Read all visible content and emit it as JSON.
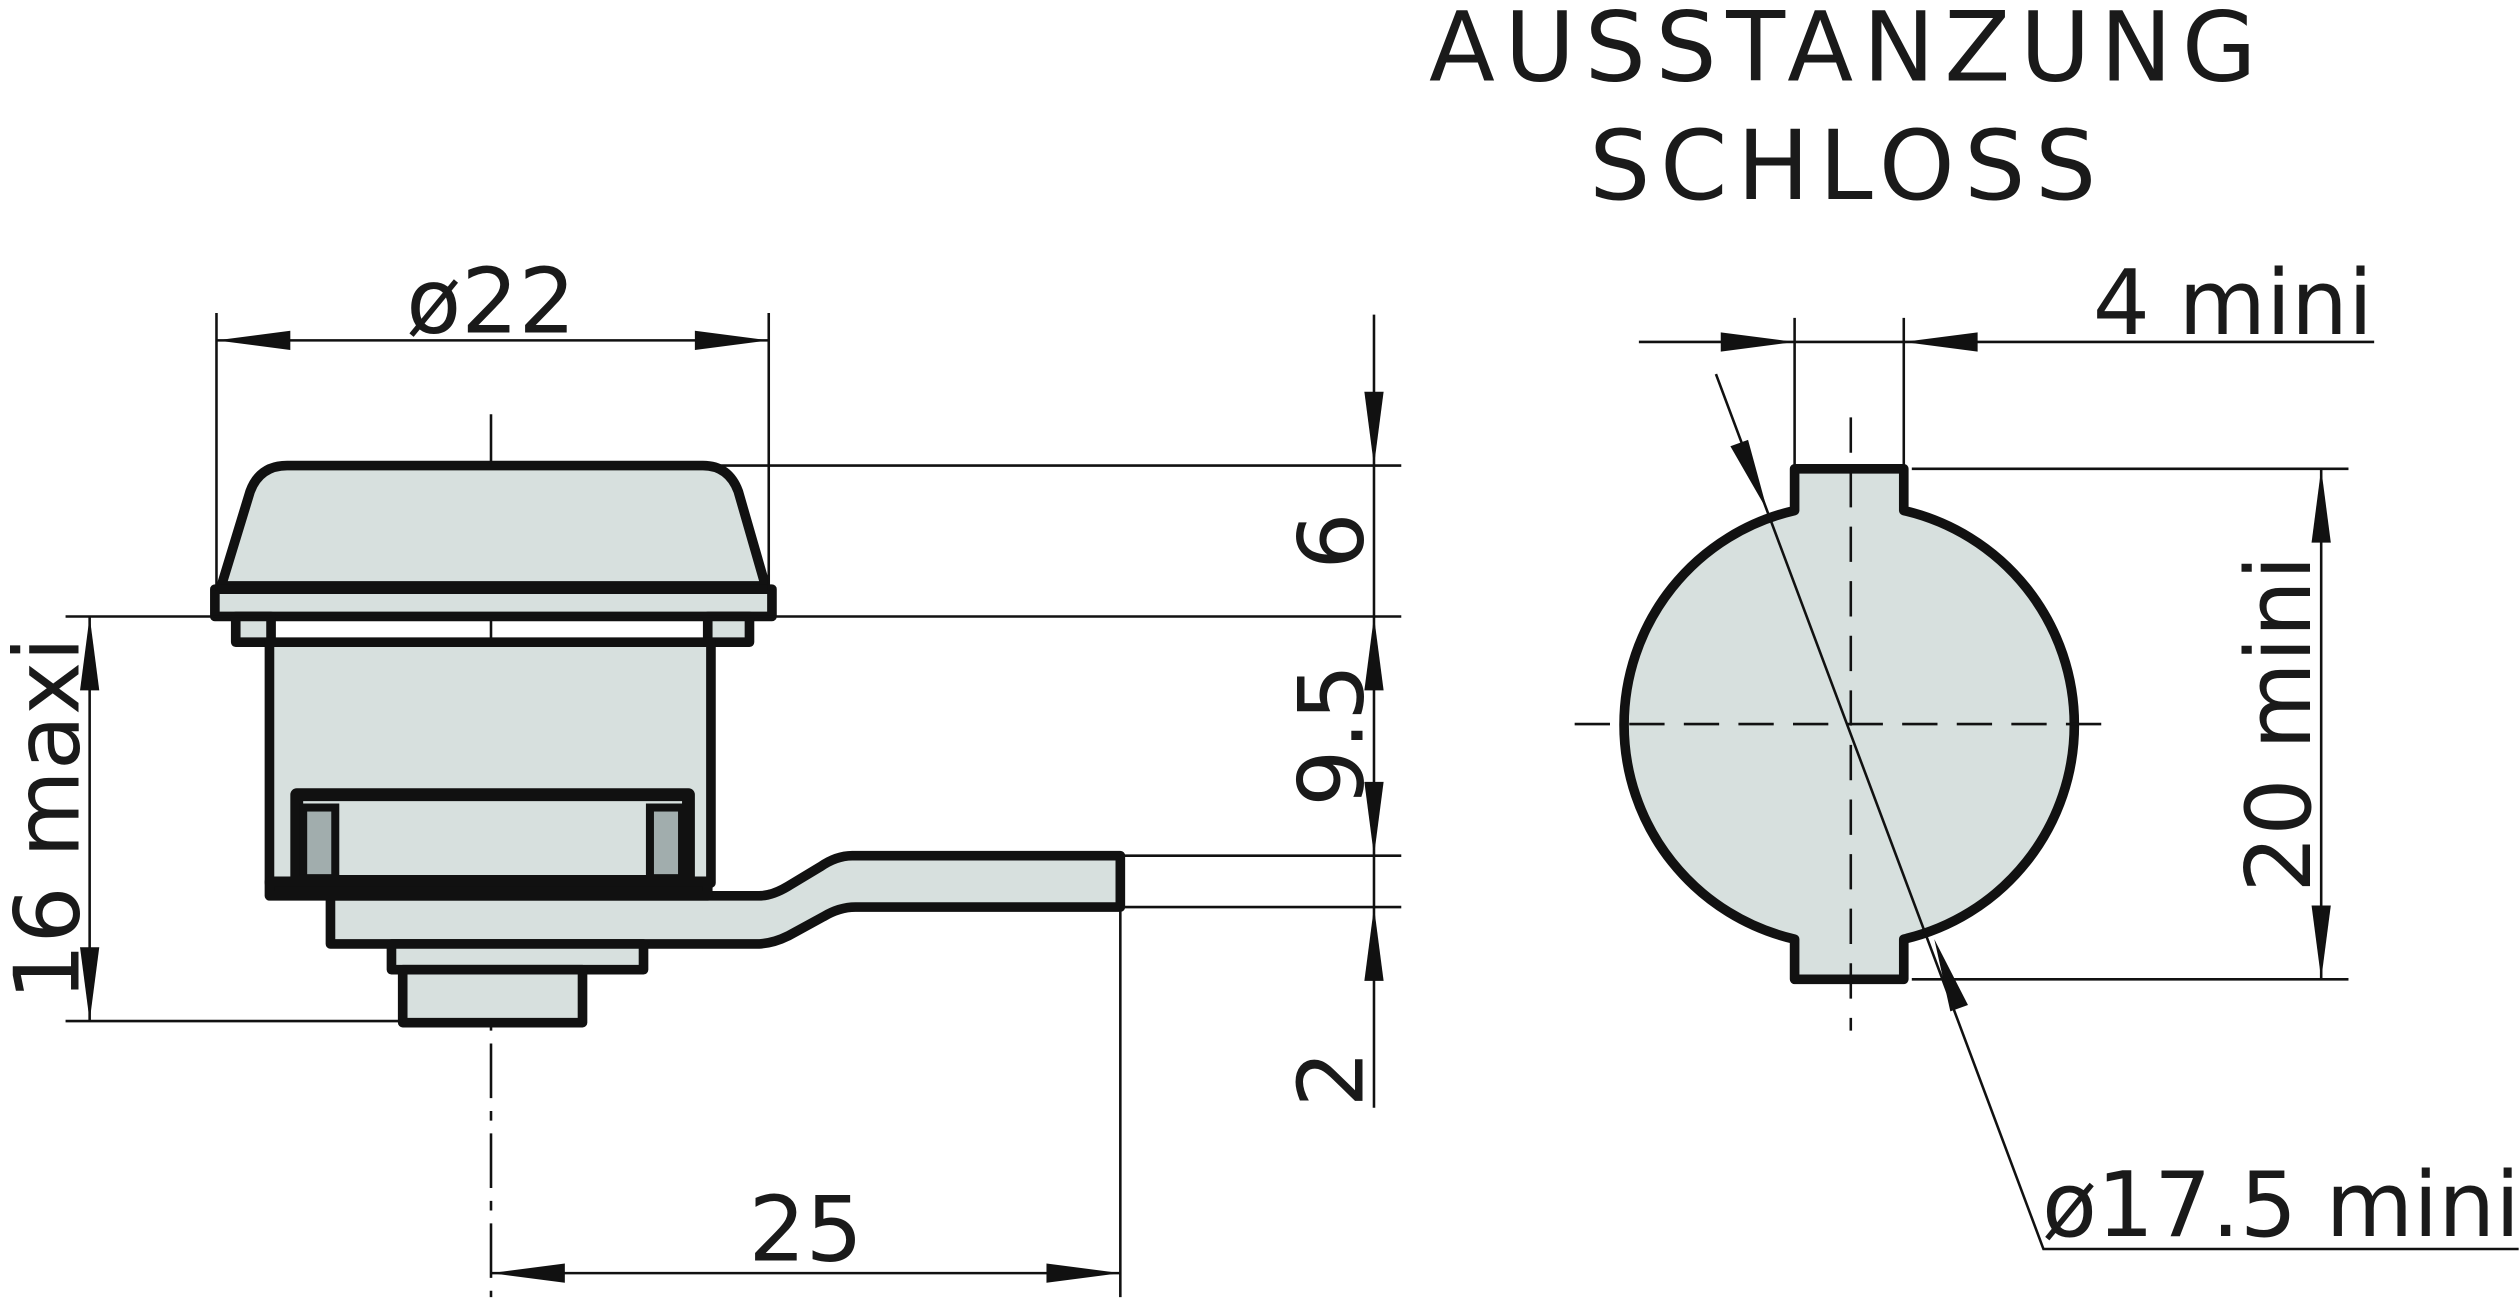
{
  "title": {
    "line1": "AUSSTANZUNG",
    "line2": "SCHLOSS"
  },
  "colors": {
    "part_fill": "#d7e0de",
    "shade_fill": "#a1adad",
    "outline": "#111111"
  },
  "dimensions": {
    "diameter_lock": "ø22",
    "cap_height": "6",
    "body_height": "9.5",
    "cam_thickness": "2",
    "max_length": "16 maxi",
    "cam_length": "25",
    "cutout_width": "4 mini",
    "cutout_height": "20 mini",
    "cutout_diameter": "ø17.5 mini"
  }
}
